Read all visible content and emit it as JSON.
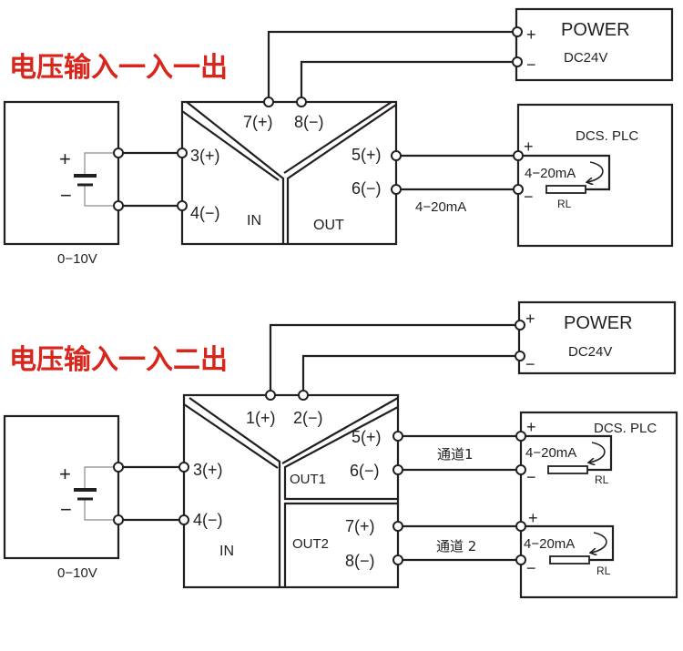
{
  "colors": {
    "title": "#d9261c",
    "line": "#231f20",
    "background": "#ffffff"
  },
  "diagrams": [
    {
      "title": "电压输入一入一出",
      "source": {
        "plus": "+",
        "minus": "−",
        "range": "0−10V"
      },
      "module": {
        "power_terminals": [
          "7(+)",
          "8(−)"
        ],
        "input_terminals": [
          "3(+)",
          "4(−)"
        ],
        "output_terminals": [
          "5(+)",
          "6(−)"
        ],
        "in_label": "IN",
        "out_label": "OUT"
      },
      "power": {
        "title": "POWER",
        "voltage": "DC24V",
        "plus": "+",
        "minus": "−"
      },
      "wire_label": "4−20mA",
      "dcs": {
        "title": "DCS. PLC",
        "channels": [
          {
            "plus": "+",
            "minus": "−",
            "current": "4−20mA",
            "load": "RL"
          }
        ]
      }
    },
    {
      "title": "电压输入一入二出",
      "source": {
        "plus": "+",
        "minus": "−",
        "range": "0−10V"
      },
      "module": {
        "power_terminals": [
          "1(+)",
          "2(−)"
        ],
        "input_terminals": [
          "3(+)",
          "4(−)"
        ],
        "out1_terminals": [
          "5(+)",
          "6(−)"
        ],
        "out2_terminals": [
          "7(+)",
          "8(−)"
        ],
        "in_label": "IN",
        "out1_label": "OUT1",
        "out2_label": "OUT2"
      },
      "power": {
        "title": "POWER",
        "voltage": "DC24V",
        "plus": "+",
        "minus": "−"
      },
      "channel_labels": [
        "通道1",
        "通道 2"
      ],
      "dcs": {
        "title": "DCS. PLC",
        "channels": [
          {
            "plus": "+",
            "minus": "−",
            "current": "4−20mA",
            "load": "RL"
          },
          {
            "plus": "+",
            "minus": "−",
            "current": "4−20mA",
            "load": "RL"
          }
        ]
      }
    }
  ]
}
